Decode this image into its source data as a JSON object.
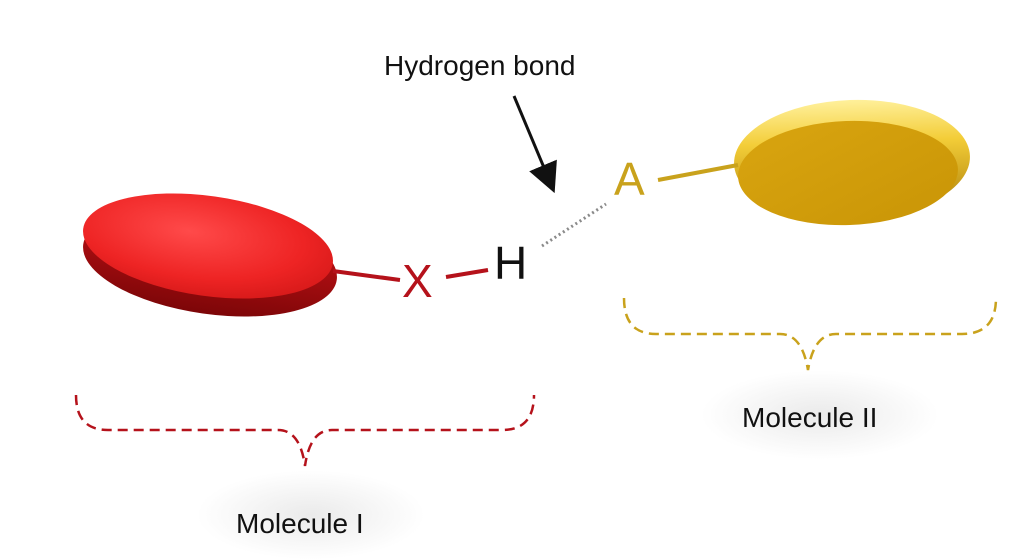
{
  "labels": {
    "hydrogen_bond": "Hydrogen bond",
    "molecule_1": "Molecule I",
    "molecule_2": "Molecule II"
  },
  "atoms": {
    "donor": "X",
    "hydrogen": "H",
    "acceptor": "A"
  },
  "colors": {
    "molecule_1": "#e21a1f",
    "molecule_1_dark": "#9e0c10",
    "molecule_2": "#d9aa16",
    "molecule_2_dark": "#a47c08",
    "bond_dotted": "#8a8a8a",
    "arrow": "#111111"
  }
}
